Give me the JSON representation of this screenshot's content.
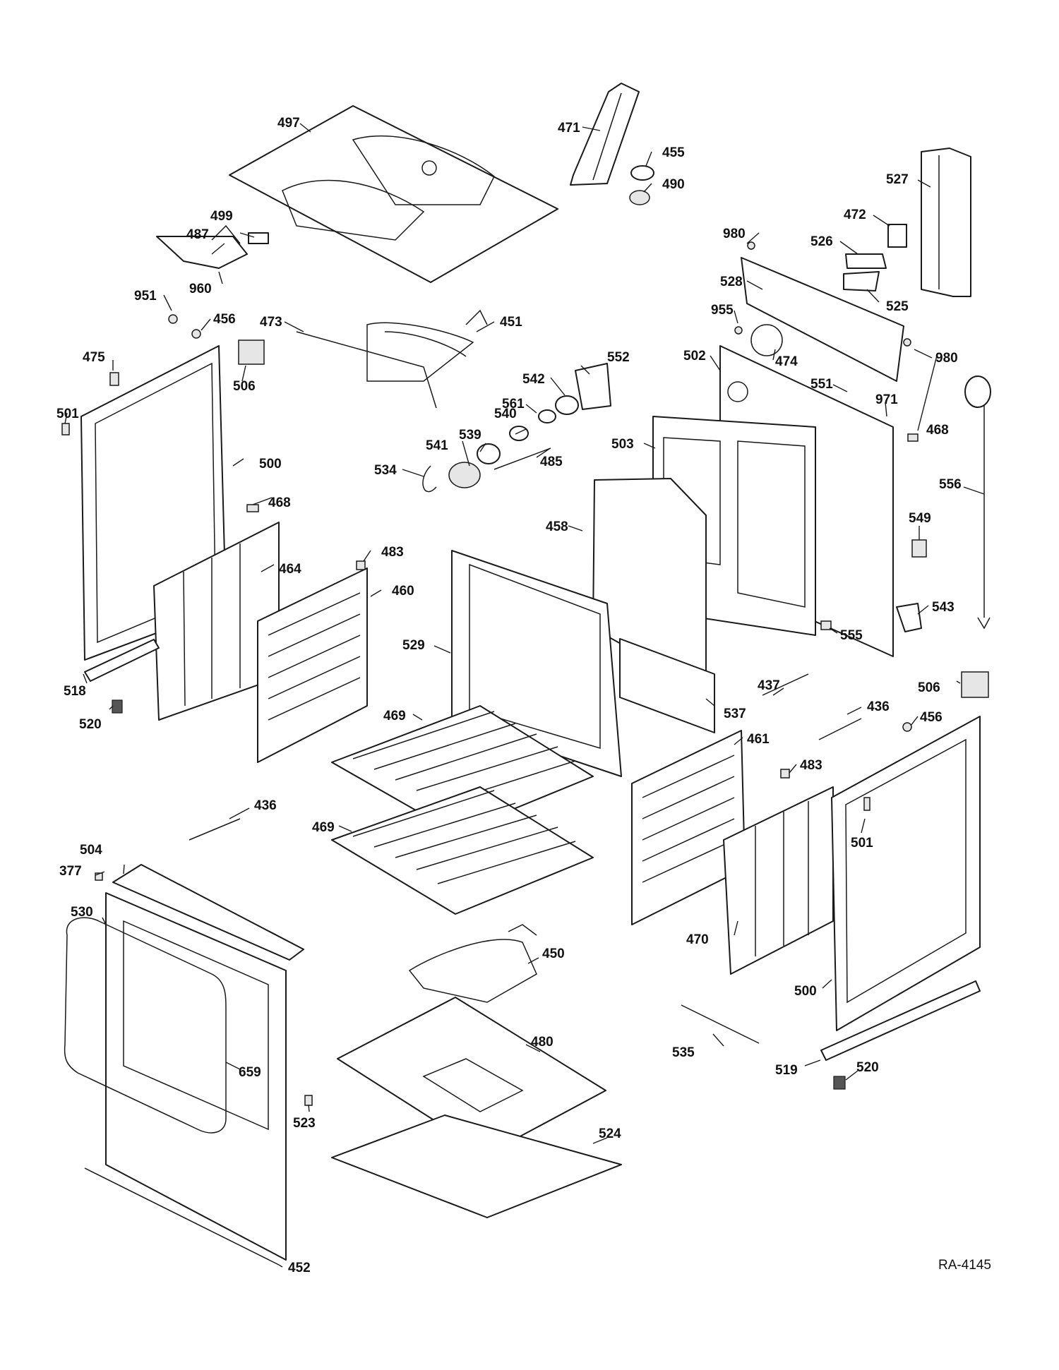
{
  "diagram": {
    "reference_code": "RA-4145",
    "callouts": [
      "497",
      "471",
      "455",
      "490",
      "527",
      "499",
      "487",
      "960",
      "472",
      "980",
      "526",
      "528",
      "525",
      "951",
      "456",
      "473",
      "451",
      "955",
      "474",
      "980",
      "475",
      "506",
      "552",
      "542",
      "502",
      "551",
      "971",
      "501",
      "561",
      "540",
      "539",
      "541",
      "534",
      "485",
      "503",
      "468",
      "500",
      "468",
      "556",
      "458",
      "549",
      "464",
      "483",
      "460",
      "529",
      "543",
      "555",
      "518",
      "520",
      "506",
      "437",
      "469",
      "537",
      "436",
      "456",
      "461",
      "483",
      "436",
      "469",
      "501",
      "504",
      "377",
      "530",
      "470",
      "450",
      "500",
      "535",
      "480",
      "659",
      "519",
      "520",
      "523",
      "524",
      "452"
    ]
  }
}
